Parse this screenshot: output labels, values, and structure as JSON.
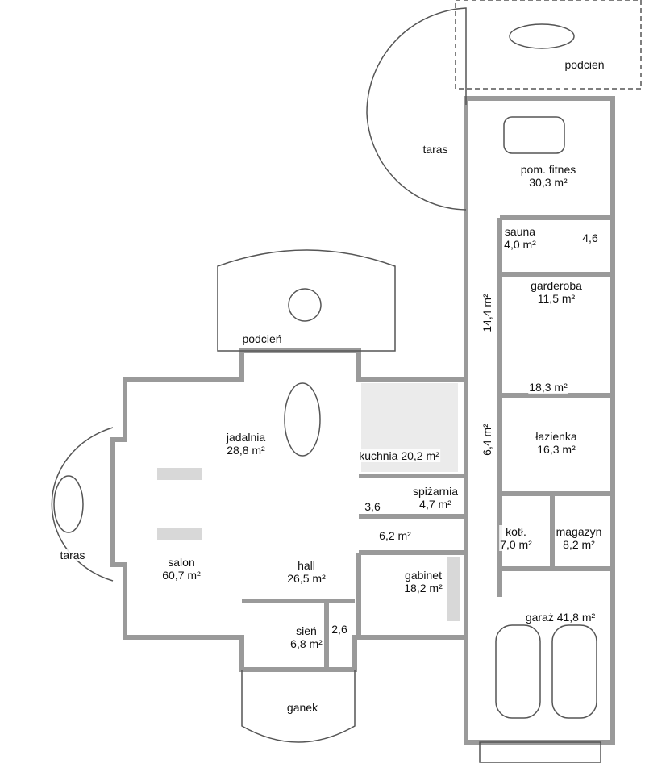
{
  "rooms": {
    "podcien_top": {
      "name": "podcień"
    },
    "taras_top": {
      "name": "taras"
    },
    "fitnes": {
      "name": "pom. fitnes",
      "area": "30,3 m²"
    },
    "sauna": {
      "name": "sauna",
      "area": "4,0 m²"
    },
    "shower": {
      "area": "4,6"
    },
    "garderoba": {
      "name": "garderoba",
      "area": "11,5 m²"
    },
    "corridor_right": {
      "area": "14,4 m²"
    },
    "podcien_mid": {
      "name": "podcień"
    },
    "bedroom": {
      "area": "18,3 m²"
    },
    "jadalnia": {
      "name": "jadalnia",
      "area": "28,8 m²"
    },
    "kuchnia": {
      "name": "kuchnia 20,2 m²"
    },
    "corridor_small": {
      "area": "6,4 m²"
    },
    "lazienka": {
      "name": "łazienka",
      "area": "16,3 m²"
    },
    "taras_left": {
      "name": "taras"
    },
    "spizarnia": {
      "name": "spiżarnia",
      "area": "4,7 m²"
    },
    "wc": {
      "area": "3,6"
    },
    "kotl": {
      "name": "kotł.",
      "area": "7,0 m²"
    },
    "magazyn": {
      "name": "magazyn",
      "area": "8,2 m²"
    },
    "hallway": {
      "area": "6,2 m²"
    },
    "salon": {
      "name": "salon",
      "area": "60,7 m²"
    },
    "hall": {
      "name": "hall",
      "area": "26,5 m²"
    },
    "gabinet": {
      "name": "gabinet",
      "area": "18,2 m²"
    },
    "garaz": {
      "name": "garaż 41,8 m²"
    },
    "sien": {
      "name": "sień",
      "area": "6,8 m²"
    },
    "closet": {
      "area": "2,6"
    },
    "ganek": {
      "name": "ganek"
    }
  }
}
